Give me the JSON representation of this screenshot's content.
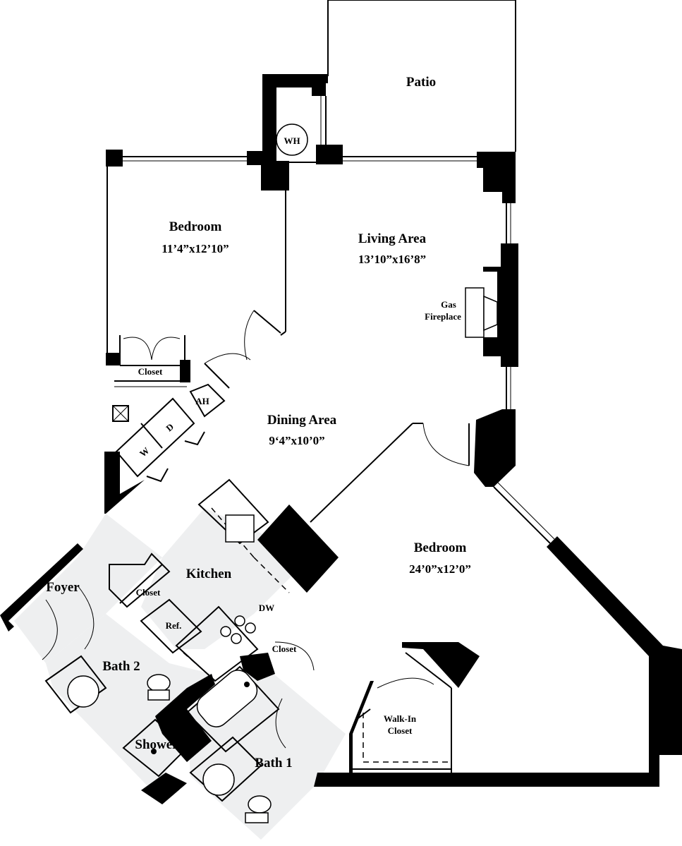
{
  "rooms": {
    "patio": {
      "name": "Patio"
    },
    "bedroom_a": {
      "name": "Bedroom",
      "dims": "11’4”x12’10”"
    },
    "living": {
      "name": "Living Area",
      "dims": "13’10”x16’8”"
    },
    "fireplace": {
      "line1": "Gas",
      "line2": "Fireplace"
    },
    "dining": {
      "name": "Dining Area",
      "dims": "9‘4”x10’0”"
    },
    "bedroom_b": {
      "name": "Bedroom",
      "dims": "24’0”x12’0”"
    },
    "kitchen": {
      "name": "Kitchen"
    },
    "foyer": {
      "name": "Foyer"
    },
    "bath1": {
      "name": "Bath 1"
    },
    "bath2": {
      "name": "Bath 2"
    },
    "shower": {
      "name": "Shower"
    },
    "walkin": {
      "line1": "Walk-In",
      "line2": "Closet"
    }
  },
  "fixtures": {
    "wh": "WH",
    "closet_bedroom_a": "Closet",
    "ah": "AH",
    "dryer": "D",
    "washer": "W",
    "closet_foyer": "Closet",
    "ref": "Ref.",
    "dw": "DW",
    "closet_bath": "Closet"
  },
  "colors": {
    "wall": "#000000",
    "wet_floor": "#eeeff0",
    "background": "#ffffff"
  }
}
